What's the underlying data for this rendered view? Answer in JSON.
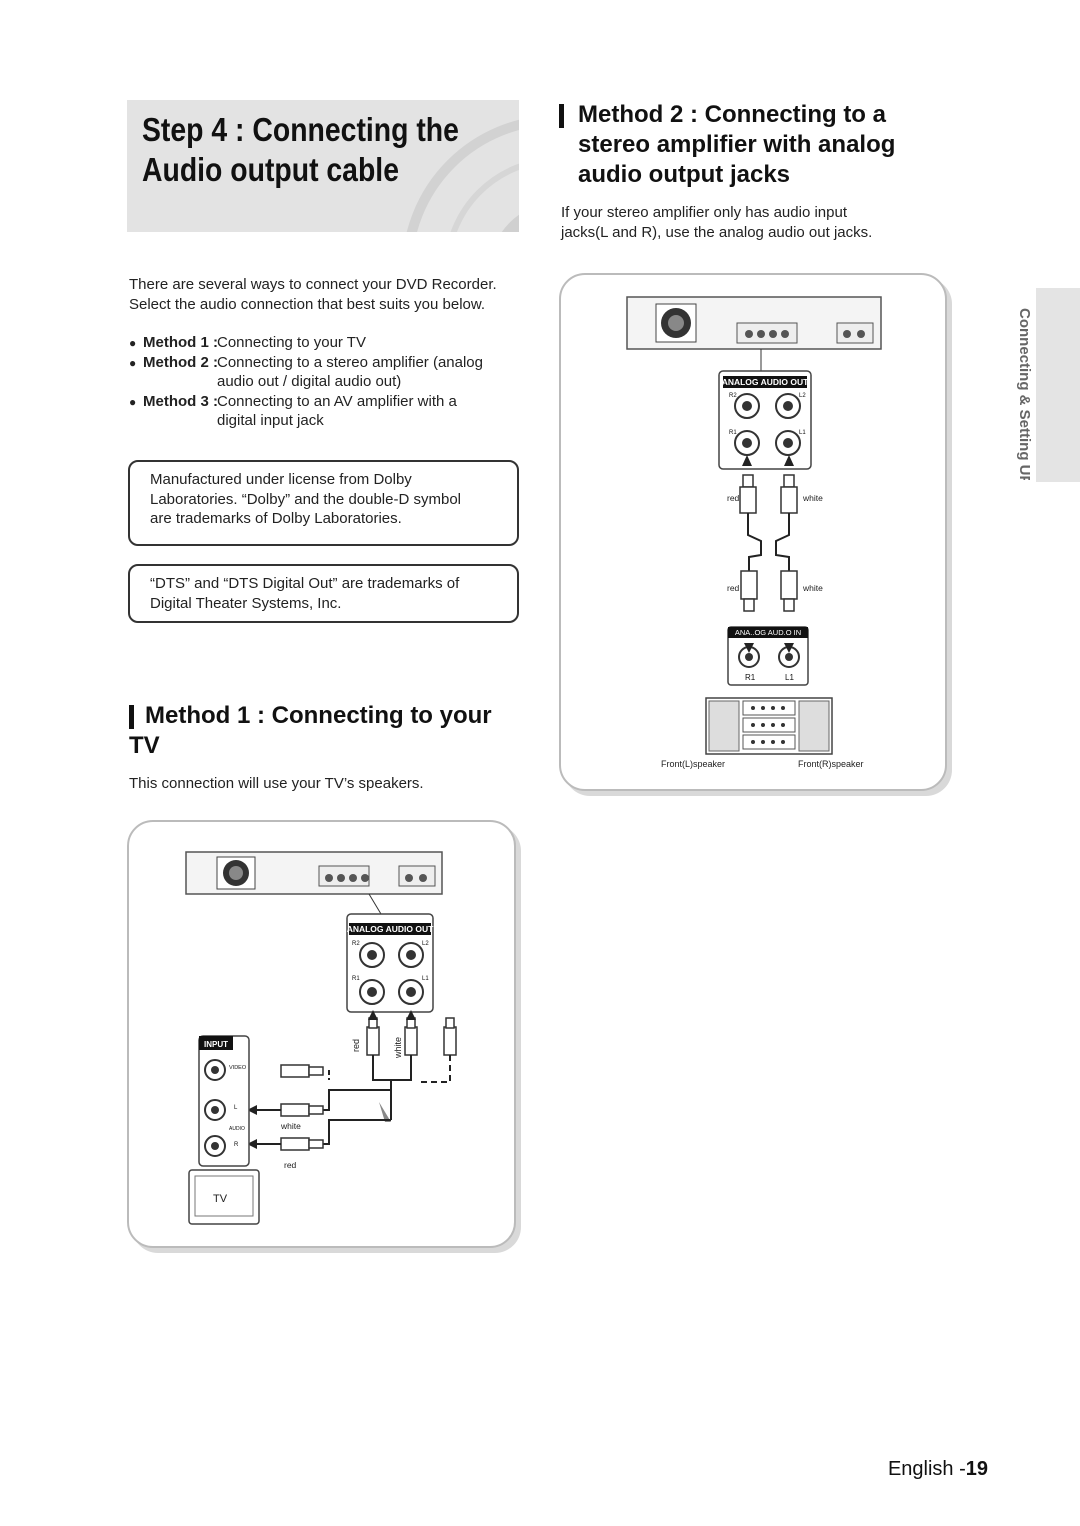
{
  "step": {
    "title_line1": "Step 4 : Connecting the",
    "title_line2": "Audio output cable"
  },
  "intro": {
    "line1": "There are several ways to connect your DVD Recorder.",
    "line2": "Select the audio connection that best suits you below."
  },
  "methods_list": [
    {
      "label": "Method 1 :",
      "line1": "Connecting to your TV",
      "line2": ""
    },
    {
      "label": "Method 2 :",
      "line1": "Connecting to a stereo amplifier (analog",
      "line2": "audio out / digital audio out)"
    },
    {
      "label": "Method 3 :",
      "line1": "Connecting to an AV amplifier with a",
      "line2": "digital input jack"
    }
  ],
  "dolby_note": {
    "line1": "Manufactured under license from Dolby",
    "line2": "Laboratories. “Dolby” and the double-D symbol",
    "line3": "are trademarks of Dolby Laboratories."
  },
  "dts_note": {
    "line1": "“DTS” and “DTS Digital Out” are trademarks of",
    "line2": "Digital Theater Systems, Inc."
  },
  "method1": {
    "heading_line1": "Method 1 : Connecting to your",
    "heading_line2": "TV",
    "desc": "This connection will use your TV’s speakers.",
    "diagram": {
      "analog_out_label": "ANALOG AUDIO OUT",
      "r2": "R2",
      "l2": "L2",
      "r1": "R1",
      "l1": "L1",
      "input_label": "INPUT",
      "video_label": "VIDEO",
      "l_label": "L",
      "audio_label": "AUDIO",
      "r_label": "R",
      "red_label": "red",
      "white_label": "white",
      "white_label2": "white",
      "red_label2": "red",
      "tv_label": "TV"
    }
  },
  "method2": {
    "heading_line1": "Method 2 : Connecting to a",
    "heading_line2": "stereo amplifier with analog",
    "heading_line3": "audio output jacks",
    "desc_line1": "If your stereo amplifier only has audio input",
    "desc_line2": "jacks(L and R), use the analog audio out jacks.",
    "diagram": {
      "analog_out_label": "ANALOG AUDIO OUT",
      "r2": "R2",
      "l2": "L2",
      "r1": "R1",
      "l1": "L1",
      "red_top": "red",
      "white_top": "white",
      "red_bottom": "red",
      "white_bottom": "white",
      "analog_in_label": "ANA..OG  AUD.O IN",
      "in_r1": "R1",
      "in_l1": "L1",
      "front_l": "Front(L)speaker",
      "front_r": "Front(R)speaker"
    }
  },
  "side_tab": "Connecting & Setting UP",
  "footer": {
    "lang": "English -",
    "page": "19"
  }
}
